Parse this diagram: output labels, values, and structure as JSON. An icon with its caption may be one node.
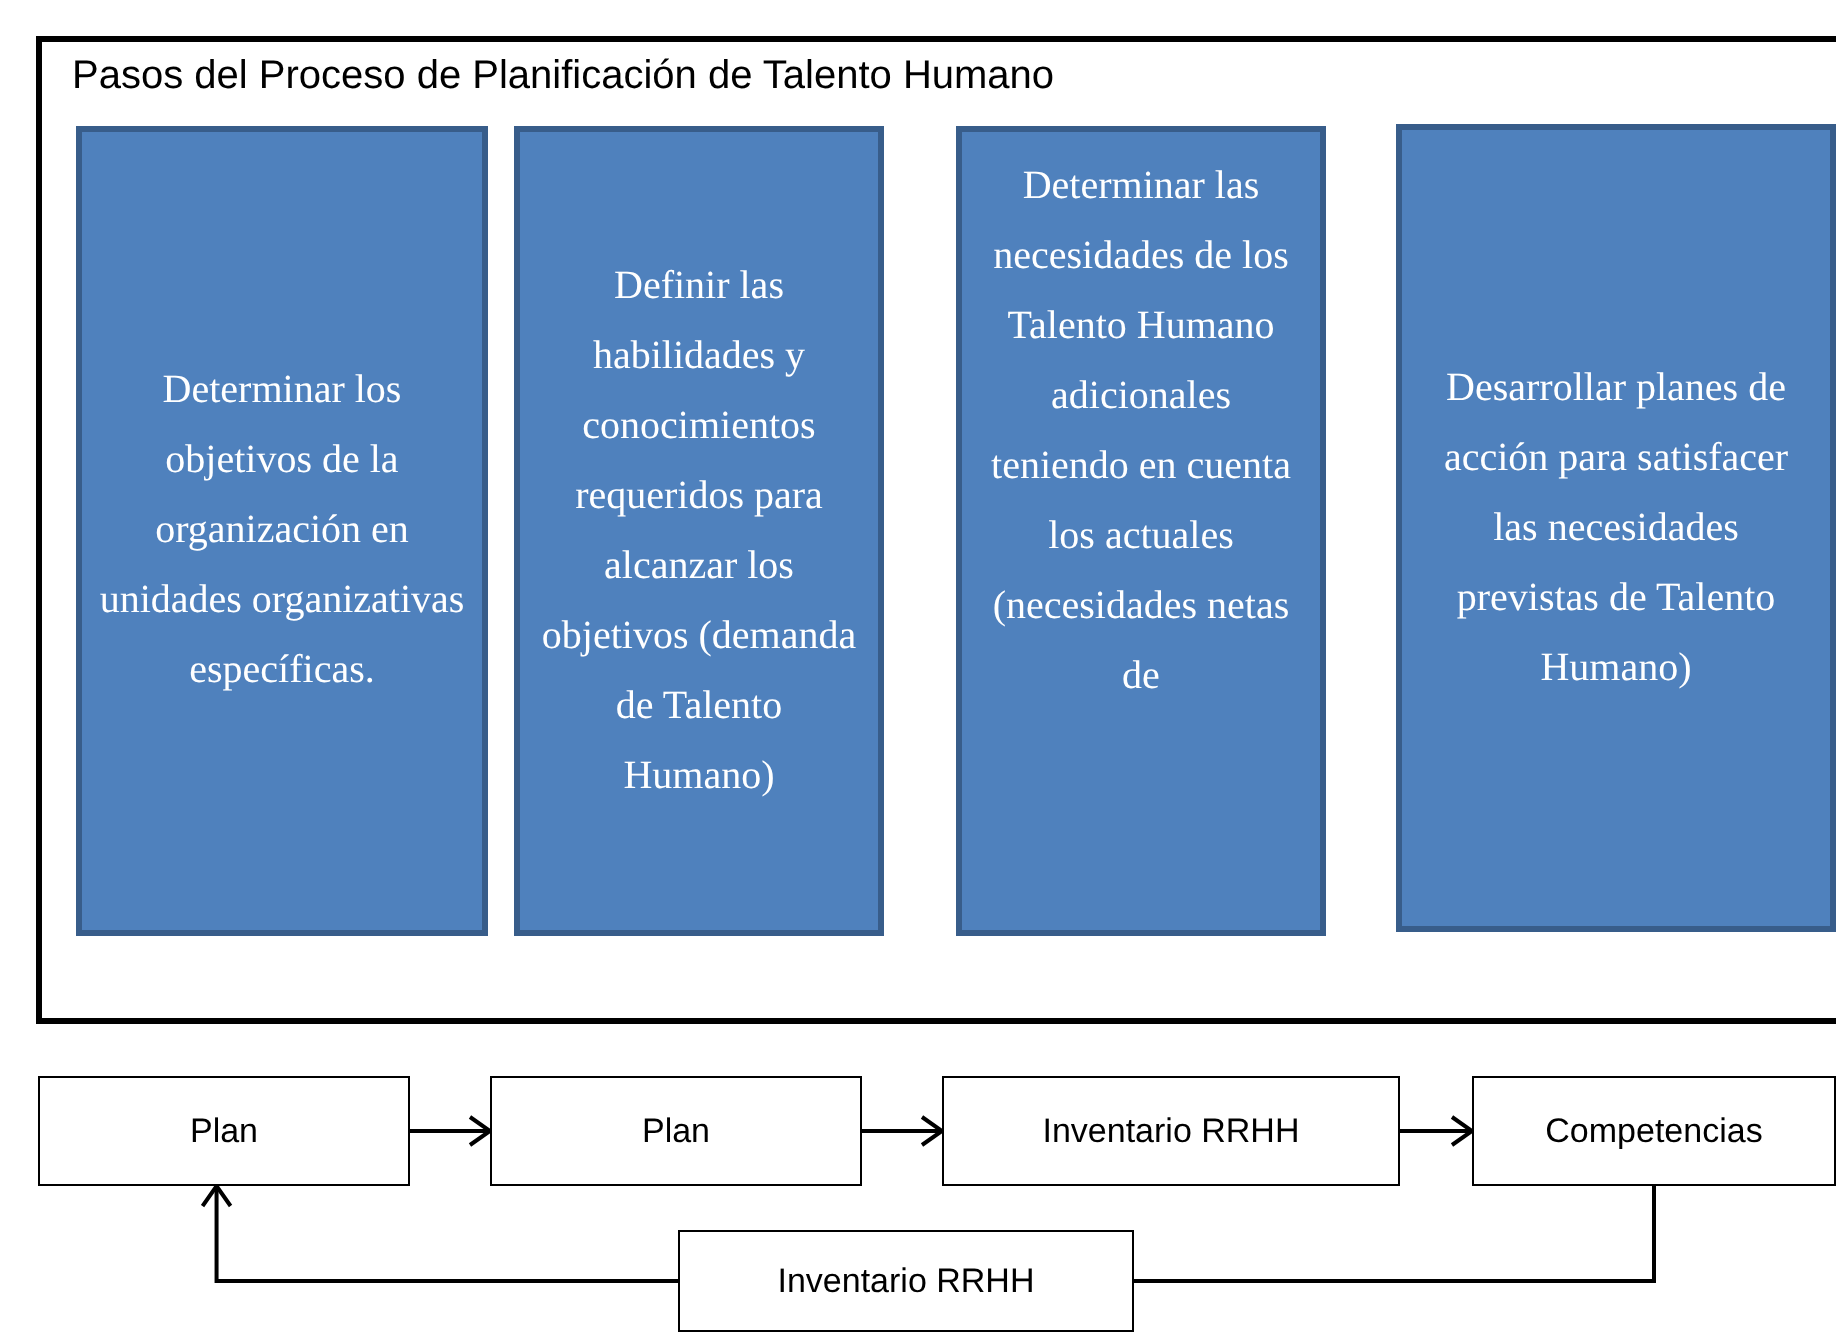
{
  "diagram": {
    "nodes": [
      {
        "text": [
          "Pasos del Proceso de Planificación de Talento Humano"
        ]
      },
      {
        "text": [
          "Determinar los objetivos de la organización en unidades organizativas específicas."
        ],
        "in": 0
      },
      {
        "text": [
          "Definir las habilidades y conocimientos requeridos para alcanzar los objetivos (demanda de Talento Humano)"
        ],
        "in": 0
      },
      {
        "text": [
          "Determinar las necesidades de los Talento Humano adicionales teniendo en cuenta los actuales (necesidades netas de"
        ],
        "in": 0
      },
      {
        "text": [
          "Desarrollar planes de acción para satisfacer las necesidades previstas de Talento Humano)"
        ],
        "in": 0
      },
      {
        "text": [
          "Plan"
        ]
      },
      {
        "text": [
          "Plan"
        ]
      },
      {
        "text": [
          "Inventario RRHH"
        ]
      },
      {
        "text": [
          "Competencias"
        ]
      },
      {
        "text": [
          "Inventario RRHH"
        ]
      }
    ],
    "edges": [
      {
        "from": 5,
        "to": 6,
        "arrow": "to"
      },
      {
        "from": 6,
        "to": 7,
        "arrow": "to"
      },
      {
        "from": 7,
        "to": 8,
        "arrow": "to"
      },
      {
        "from": 8,
        "to": 9,
        "arrow": "none"
      },
      {
        "from": 9,
        "to": 5,
        "arrow": "to"
      }
    ]
  }
}
